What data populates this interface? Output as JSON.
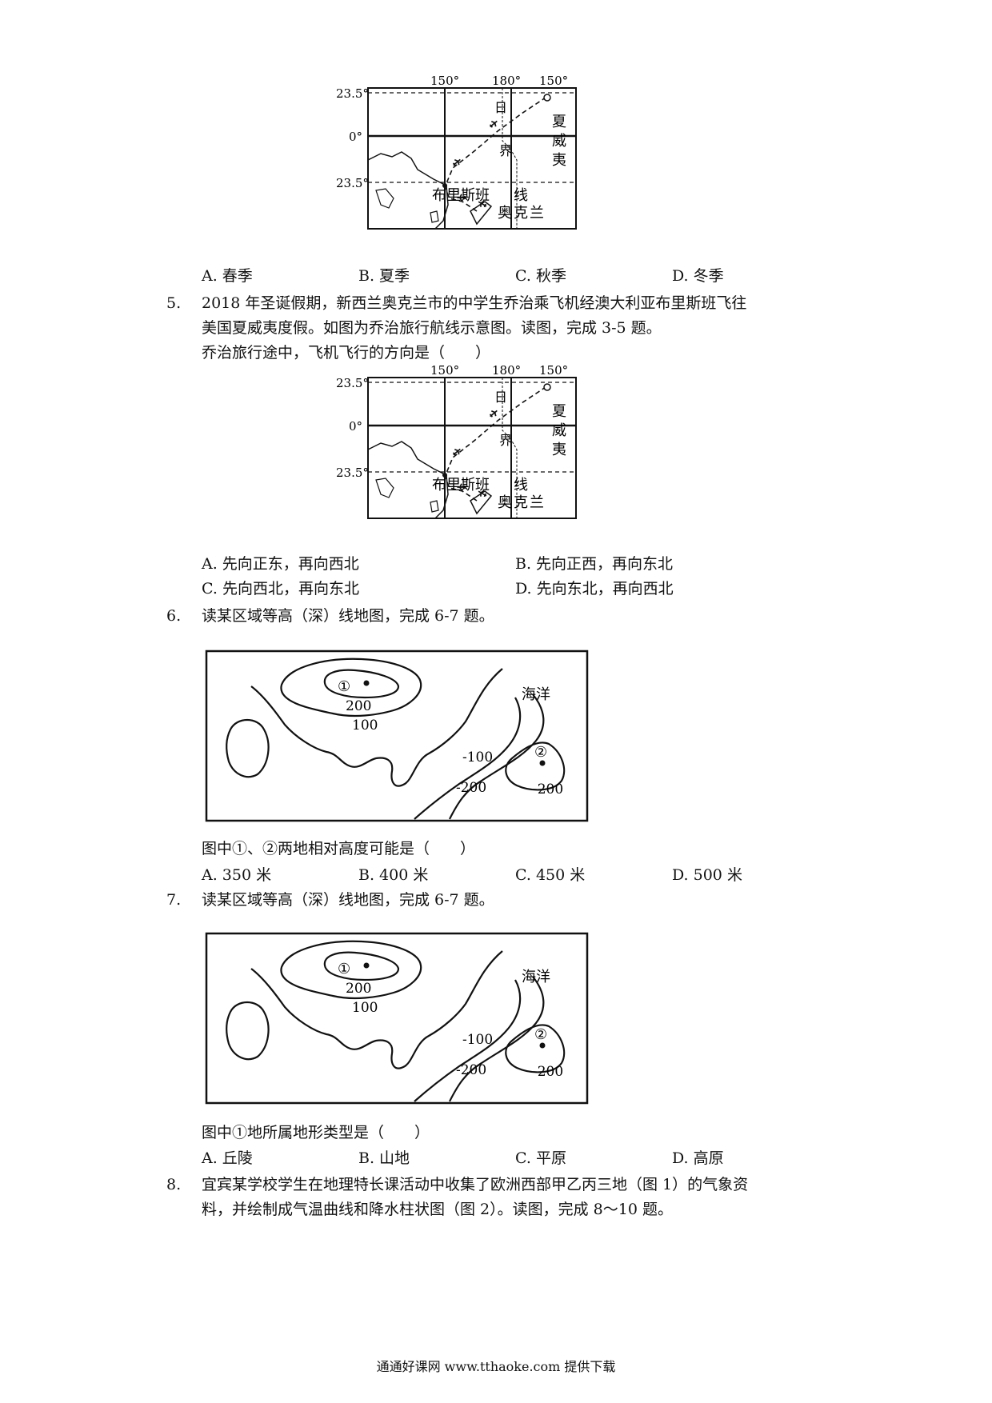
{
  "map_route": {
    "lon_labels": [
      "150°",
      "180°",
      "150°"
    ],
    "lat_labels": [
      "23.5°",
      "0°",
      "23.5°"
    ],
    "date_line_chars": [
      "日",
      "界",
      "线"
    ],
    "hawaii_chars": [
      "夏",
      "威",
      "夷"
    ],
    "brisbane": "布里斯班",
    "auckland_chars": [
      "奥",
      "克",
      "兰"
    ]
  },
  "map_contour": {
    "point1": "①",
    "point2": "②",
    "ocean_label": "海洋",
    "labels": [
      "200",
      "100",
      "-100",
      "-200",
      "-200"
    ]
  },
  "q4": {
    "options": [
      "A.  春季",
      "B.  夏季",
      "C.  秋季",
      "D.  冬季"
    ]
  },
  "q5": {
    "number": "5.",
    "line1": "2018 年圣诞假期，新西兰奥克兰市的中学生乔治乘飞机经澳大利亚布里斯班飞往",
    "line2": "美国夏威夷度假。如图为乔治旅行航线示意图。读图，完成 3-5 题。",
    "question": "乔治旅行途中，飞机飞行的方向是（　　）",
    "options": [
      "A.  先向正东，再向西北",
      "B.  先向正西，再向东北",
      "C.  先向西北，再向东北",
      "D.  先向东北，再向西北"
    ]
  },
  "q6": {
    "number": "6.",
    "intro": "读某区域等高（深）线地图，完成 6-7 题。",
    "question": "图中①、②两地相对高度可能是（　　）",
    "options": [
      "A.  350 米",
      "B.  400 米",
      "C.  450 米",
      "D.  500 米"
    ]
  },
  "q7": {
    "number": "7.",
    "intro": "读某区域等高（深）线地图，完成 6-7 题。",
    "question": "图中①地所属地形类型是（　　）",
    "options": [
      "A.  丘陵",
      "B.  山地",
      "C.  平原",
      "D.  高原"
    ]
  },
  "q8": {
    "number": "8.",
    "line1": "宜宾某学校学生在地理特长课活动中收集了欧洲西部甲乙丙三地（图 1）的气象资",
    "line2": "料，并绘制成气温曲线和降水柱状图（图 2）。读图，完成 8～10 题。"
  },
  "footer": "通通好课网  www.tthaoke.com  提供下载"
}
